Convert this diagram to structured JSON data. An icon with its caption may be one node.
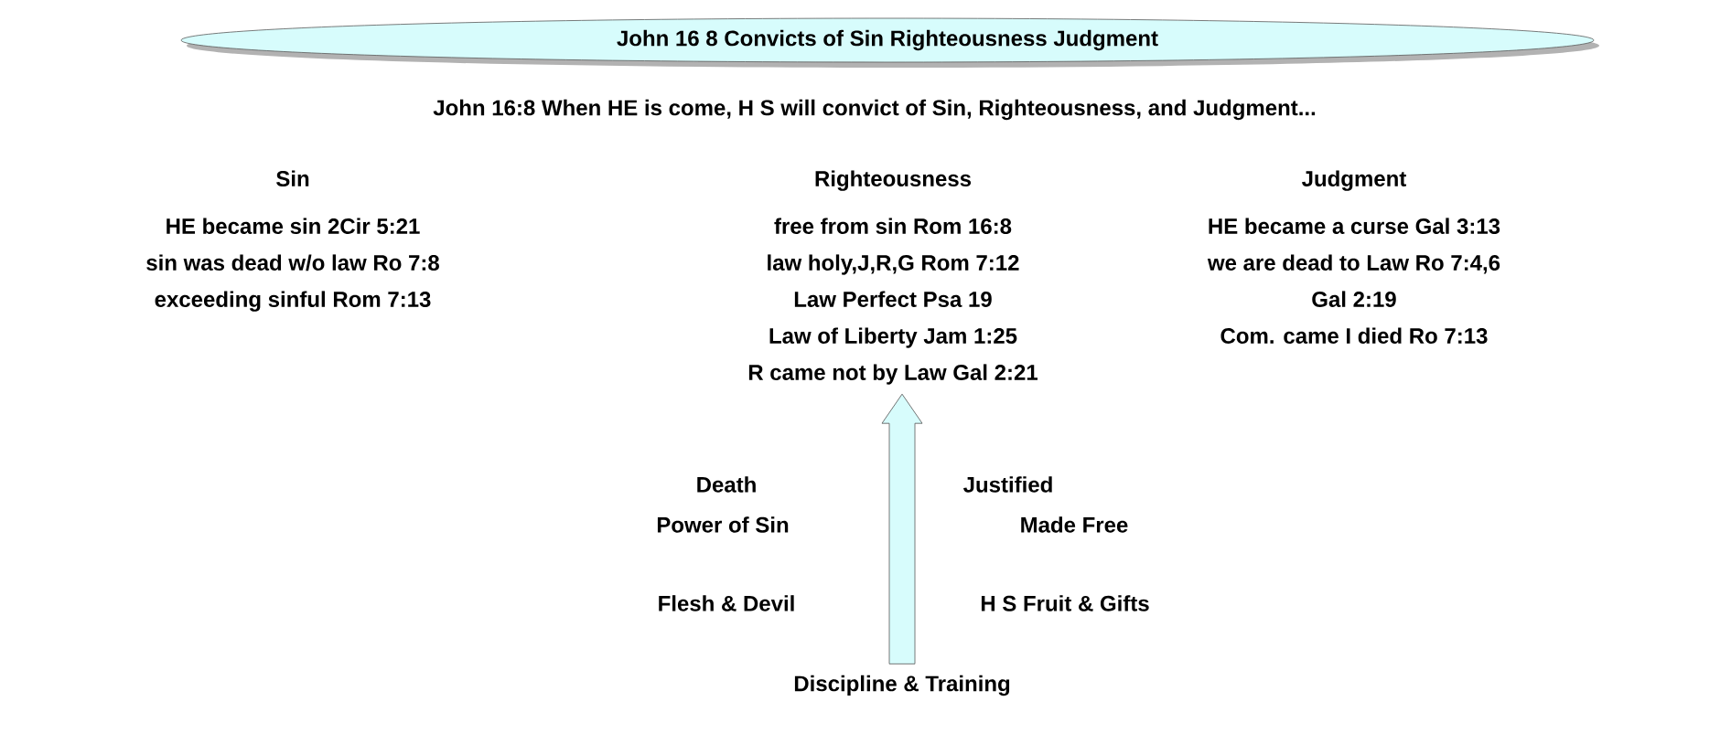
{
  "diagram": {
    "nodes": [
      {
        "text": [
          "John 16 8 Convicts of Sin Righteousness Judgment"
        ]
      },
      {
        "text": [
          "Sin",
          "HE became sin 2Cir 5:21",
          "sin was dead w/o law Ro 7:8",
          "exceeding sinful Rom 7:13"
        ]
      },
      {
        "text": [
          "Righteousness",
          "free from sin Rom 16:8",
          "law holy,J,R,G Rom 7:12",
          "Law Perfect Psa 19",
          "Law of Liberty Jam 1:25",
          "R came not by Law Gal 2:21"
        ]
      },
      {
        "text": [
          "Judgment",
          "HE became a curse Gal 3:13",
          "we are dead to Law Ro 7:4,6",
          "Gal 2:19",
          "Com. came I died Ro 7:13"
        ]
      },
      {
        "text": [
          "Discipline & Training"
        ]
      }
    ],
    "edges": [
      {
        "from": 4,
        "to": 2,
        "arrow": "to"
      }
    ],
    "labels": [
      "John 16:8 When HE is come, H S will convict of Sin, Righteousness, and Judgment...",
      "Death",
      "Justified",
      "Power of Sin",
      "Made Free",
      "Flesh & Devil",
      "H S Fruit & Gifts"
    ]
  }
}
